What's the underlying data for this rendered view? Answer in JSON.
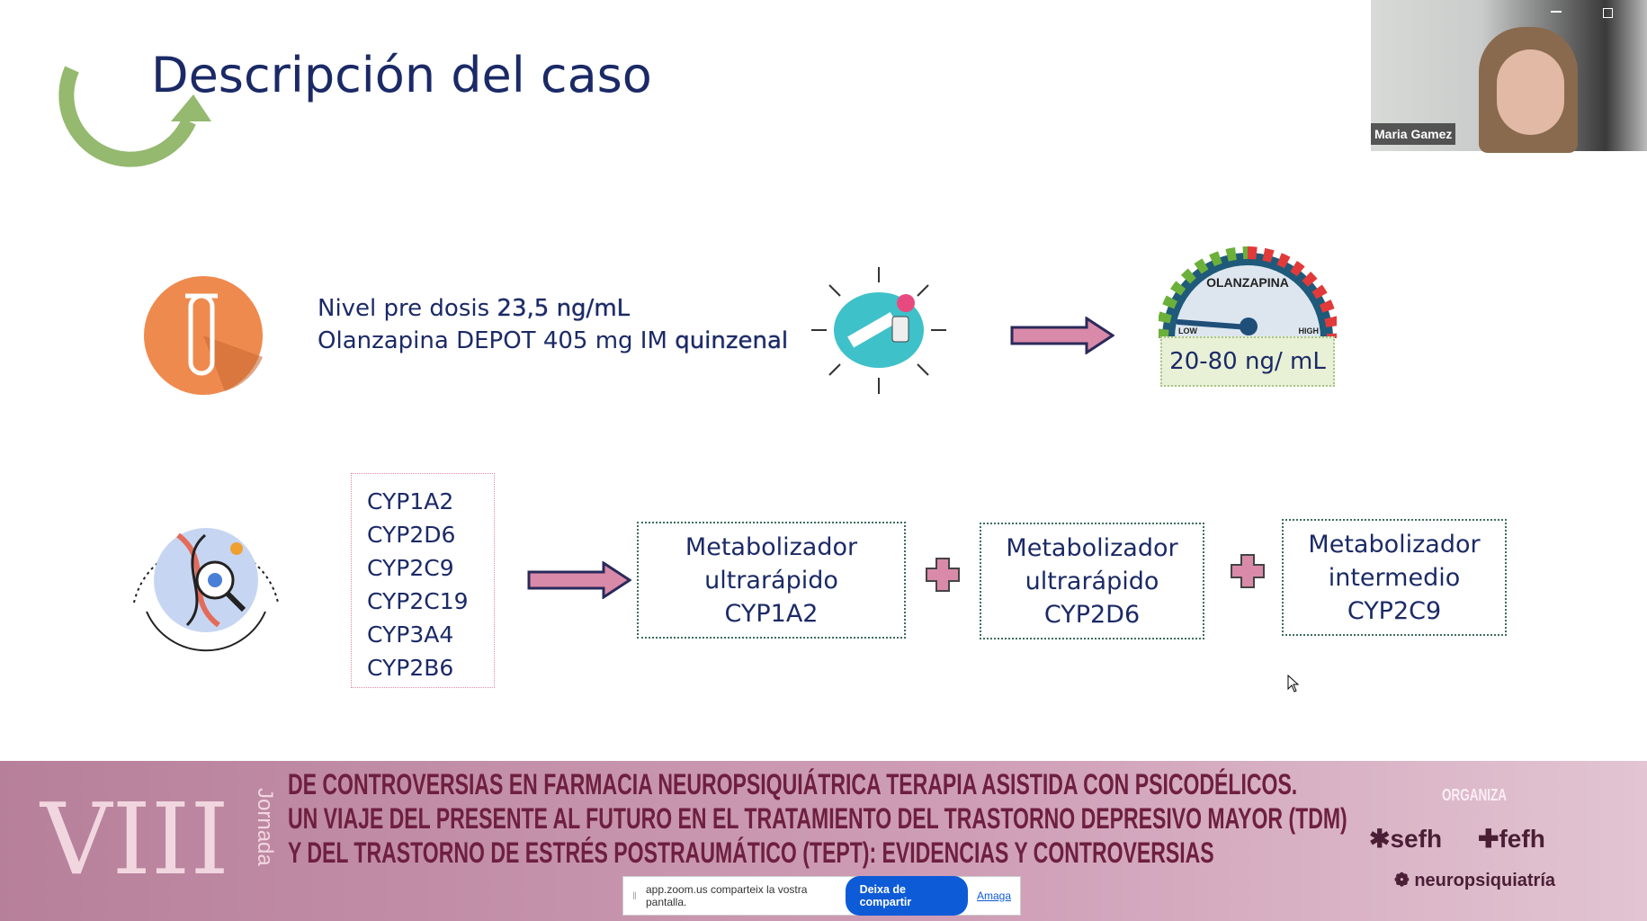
{
  "slide": {
    "title": "Descripción del caso",
    "line1_prefix": "Nivel pre dosis ",
    "line1_value": "23,5 ng/mL",
    "line2_prefix": "Olanzapina DEPOT 405 mg IM ",
    "line2_value": "quinzenal",
    "gauge": {
      "label": "OLANZAPINA",
      "low": "LOW",
      "high": "HIGH",
      "range": "20-80 ng/ mL"
    },
    "cyp_list": [
      "CYP1A2",
      "CYP2D6",
      "CYP2C9",
      "CYP2C19",
      "CYP3A4",
      "CYP2B6"
    ],
    "results": [
      [
        "Metabolizador",
        "ultrarápido",
        "CYP1A2"
      ],
      [
        "Metabolizador",
        "ultrarápido",
        "CYP2D6"
      ],
      [
        "Metabolizador",
        "intermedio",
        "CYP2C9"
      ]
    ]
  },
  "banner": {
    "edition": "VIII",
    "jornada": "Jornada",
    "lines": [
      "DE CONTROVERSIAS EN FARMACIA NEUROPSIQUIÁTRICA TERAPIA ASISTIDA CON PSICODÉLICOS.",
      "UN VIAJE DEL PRESENTE AL FUTURO EN EL TRATAMIENTO DEL TRASTORNO DEPRESIVO MAYOR (TDM)",
      "Y DEL TRASTORNO DE ESTRÉS POSTRAUMÁTICO (TEPT): EVIDENCIAS Y CONTROVERSIAS"
    ],
    "organiza": "ORGANIZA",
    "logos": [
      "sefh",
      "fefh",
      "neuropsiquiatría"
    ]
  },
  "video": {
    "participant": "Maria Gamez"
  },
  "zoom_share": {
    "message": "app.zoom.us comparteix la vostra pantalla.",
    "stop": "Deixa de compartir",
    "hide": "Amaga"
  },
  "colors": {
    "navy": "#1b2a66",
    "banner_text": "#6e1f3f",
    "arrow": "#d98aa8",
    "zoom_blue": "#0e5bd8"
  }
}
